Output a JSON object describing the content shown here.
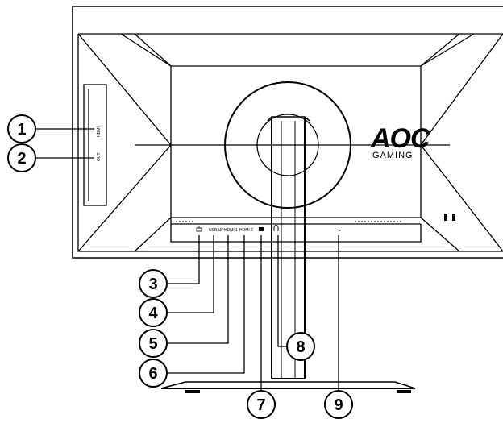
{
  "brand": {
    "logo_text": "AOC",
    "logo_subtext": "GAMING"
  },
  "ports": {
    "side_port_1": "HDMI",
    "side_port_2": "OUT",
    "usb_up": "USB UP",
    "hdmi_1": "HDMI 1",
    "hdmi_2": "HDMI 2",
    "power": "~"
  },
  "callouts": [
    "1",
    "2",
    "3",
    "4",
    "5",
    "6",
    "7",
    "8",
    "9"
  ]
}
